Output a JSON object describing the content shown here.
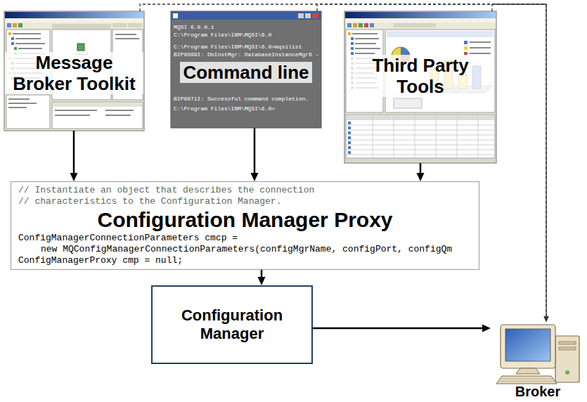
{
  "diagram": {
    "nodes": [
      {
        "text": [
          "Message Broker Toolkit"
        ]
      },
      {
        "text": [
          "Command line"
        ]
      },
      {
        "text": [
          "Third Party Tools"
        ]
      },
      {
        "text": [
          "// Instantiate an object that describes the connection",
          "// characteristics to the Configuration Manager.",
          "Configuration Manager Proxy",
          "ConfigManagerConnectionParameters cmcp =",
          "new MQConfigManagerConnectionParameters(configMgrName, configPort, configQm",
          "ConfigManagerProxy cmp = null;"
        ]
      },
      {
        "text": [
          "Configuration Manager"
        ]
      },
      {
        "text": [
          "Broker"
        ]
      }
    ],
    "edges": [
      {
        "from": 0,
        "to": 3,
        "arrow": "to"
      },
      {
        "from": 1,
        "to": 3,
        "arrow": "to"
      },
      {
        "from": 2,
        "to": 3,
        "arrow": "to"
      },
      {
        "from": 3,
        "to": 4,
        "arrow": "to"
      },
      {
        "from": 4,
        "to": 5,
        "arrow": "to"
      },
      {
        "from": 0,
        "to": 5,
        "arrow": "to"
      },
      {
        "from": 1,
        "to": 5,
        "arrow": "to"
      },
      {
        "from": 2,
        "to": 5,
        "arrow": "to"
      }
    ],
    "labels": [
      "MQSI 6.0.0.1",
      "C:\\Program Files\\IBM\\MQSI\\6.0",
      "C:\\Program Files\\IBM\\MQSI\\6.0>mqsilist",
      "BIP8099I: DbInstMgr: DatabaseInstanceMgr6 -",
      "BIP8071I: Successful command completion.",
      "C:\\Program Files\\IBM\\MQSI\\6.0>"
    ]
  }
}
